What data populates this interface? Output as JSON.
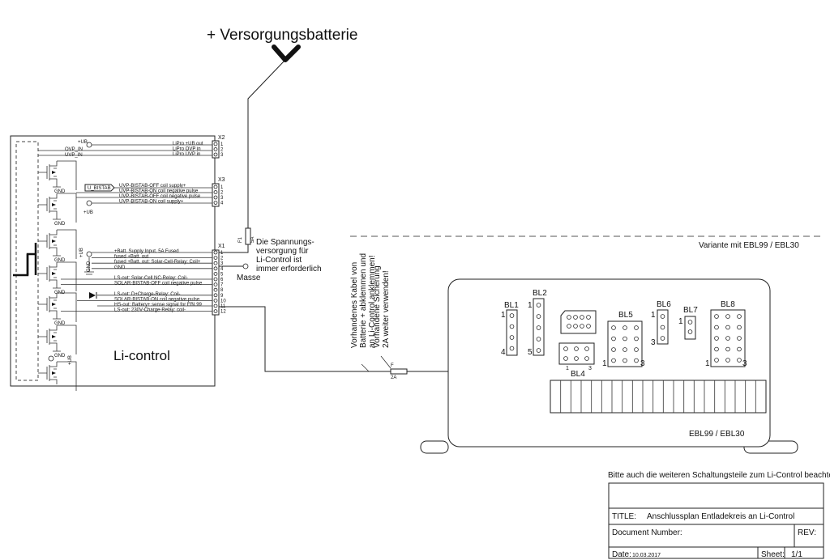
{
  "top_label": "+ Versorgungsbatterie",
  "module": {
    "name": "Li-control",
    "x2": {
      "title": "X2",
      "left_labels": [
        "+UB",
        "OVP_IN",
        "UVP_IN"
      ],
      "pins": [
        {
          "num": "1",
          "label": "LiPro +UB out"
        },
        {
          "num": "2",
          "label": "LiPro OVP in"
        },
        {
          "num": "3",
          "label": "LiPro UVP in"
        }
      ]
    },
    "x3": {
      "title": "X3",
      "tag": "U_BISTAB",
      "ub": "+UB",
      "pins": [
        {
          "num": "1",
          "label": "UVP-BISTAB-OFF coil supply+"
        },
        {
          "num": "2",
          "label": "UVP-BISTAB-ON coil negative pulse"
        },
        {
          "num": "3",
          "label": "UVP-BISTAB-OFF coil negative pulse"
        },
        {
          "num": "4",
          "label": "UVP-BISTAB-ON coil supply+"
        }
      ]
    },
    "x1": {
      "title": "X1",
      "ub": "+UB",
      "gnd": "GND",
      "pins": [
        {
          "num": "1",
          "label": "+Batt. Supply Input, 5A Fused"
        },
        {
          "num": "2",
          "label": "fused +Batt. out"
        },
        {
          "num": "3",
          "label": "fused +Batt. out: Solar-Cell-Relay: Coil+"
        },
        {
          "num": "4",
          "label": "GND"
        },
        {
          "num": "5",
          "label": ""
        },
        {
          "num": "6",
          "label": "LS-out: Solar-Cell NC-Relay: Coil-"
        },
        {
          "num": "7",
          "label": "SOLAR-BISTAB-OFF coil negative pulse"
        },
        {
          "num": "8",
          "label": ""
        },
        {
          "num": "9",
          "label": "LS-out: D+Charge-Relay: Coil-"
        },
        {
          "num": "10",
          "label": "SOLAR-BISTAB-ON coil negative pulse"
        },
        {
          "num": "11",
          "label": "HS-out: Battery+ sense signal for EBL99"
        },
        {
          "num": "12",
          "label": "LS-out: 230V-Charge-Relay: coil-"
        }
      ]
    },
    "gnd_label": "GND",
    "ub_label": "+UB"
  },
  "fuse": {
    "ref": "F1",
    "rating": "5A"
  },
  "note_supply": [
    "Die Spannungs-",
    "versorgung für",
    "Li-Control ist",
    "immer erforderlich"
  ],
  "masse": "Masse",
  "variant_label": "Variante mit EBL99 / EBL30",
  "rotated_note_1": [
    "Vorhandenes Kabel von",
    "Batterie + abklemmen und",
    "an Li-Control anklemmen!"
  ],
  "rotated_note_2": [
    "Vorhandene Sicherung",
    "2A weiter verwenden!"
  ],
  "fuse2": {
    "ref": "F",
    "rating": "2A"
  },
  "ebl": {
    "name": "EBL99 / EBL30",
    "connectors": [
      {
        "name": "BL1",
        "first": "1",
        "last": "4"
      },
      {
        "name": "BL2",
        "first": "1",
        "last": "5"
      },
      {
        "name": "BL4",
        "first": "1",
        "last": "3"
      },
      {
        "name": "BL5",
        "first": "1",
        "last": "3"
      },
      {
        "name": "BL6",
        "first": "1",
        "last": "3"
      },
      {
        "name": "BL7",
        "first": "1",
        "last": ""
      },
      {
        "name": "BL8",
        "first": "1",
        "last": "3"
      }
    ]
  },
  "footer_note": "Bitte auch die weiteren Schaltungsteile zum Li-Control beachten!",
  "title_block": {
    "title_label": "TITLE:",
    "title_value": "Anschlussplan Entladekreis an Li-Control",
    "doc_label": "Document Number:",
    "rev_label": "REV:",
    "date_label": "Date:",
    "date_value": "10.03.2017",
    "sheet_label": "Sheet:",
    "sheet_value": "1/1"
  }
}
